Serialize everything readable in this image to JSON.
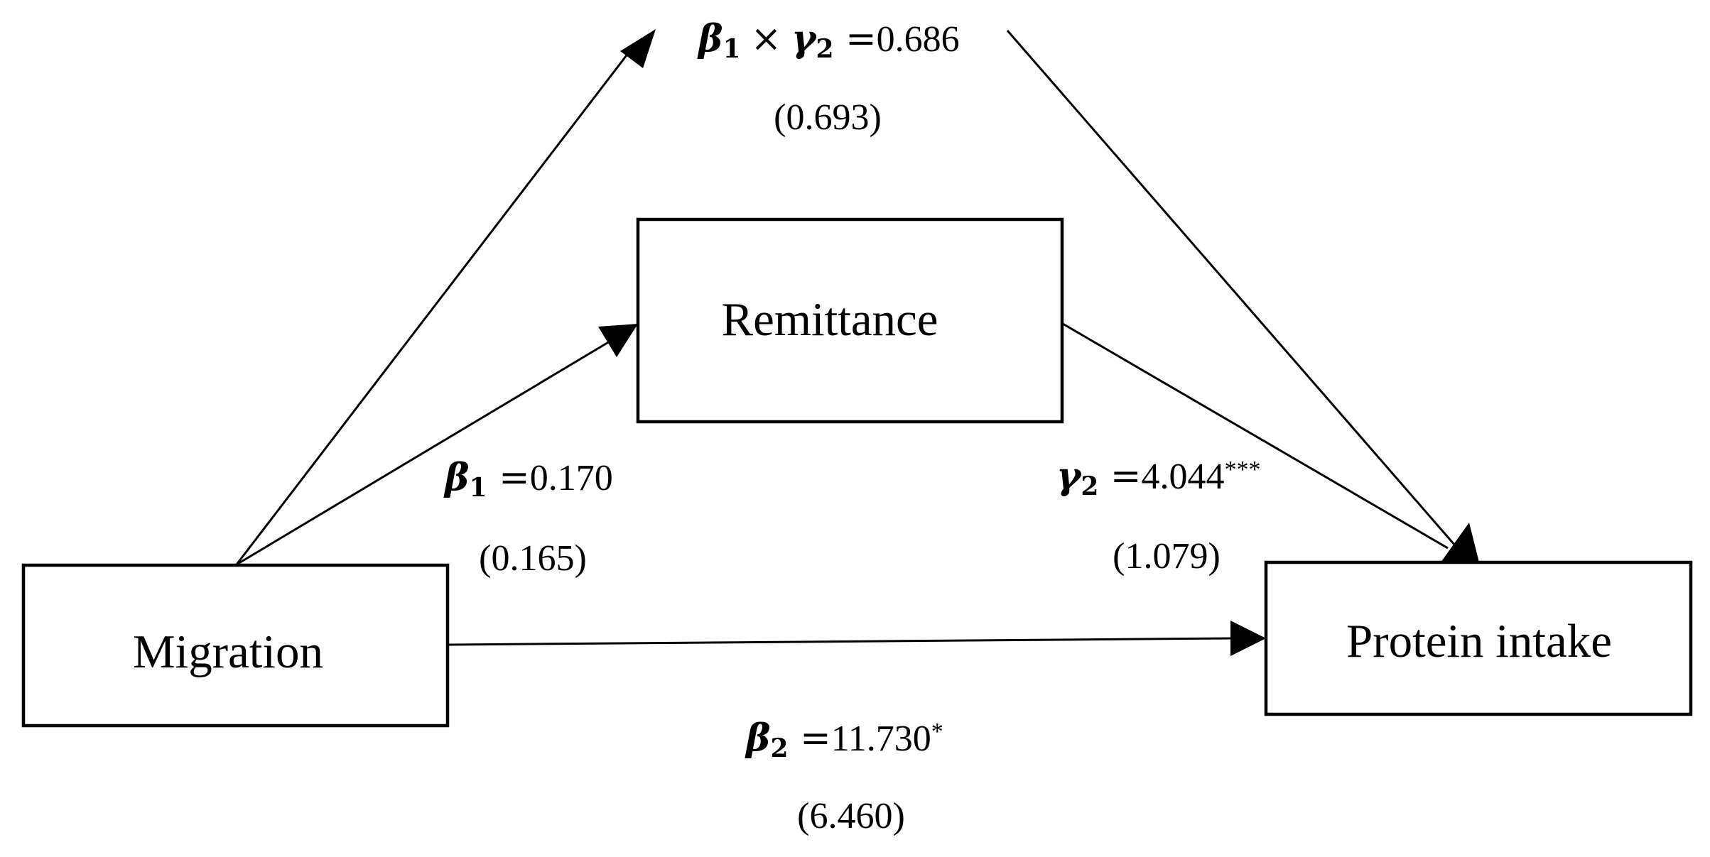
{
  "nodes": {
    "migration": "Migration",
    "remittance": "Remittance",
    "protein_intake": "Protein intake"
  },
  "paths": {
    "indirect": {
      "symbol_a": "β",
      "sub_a": "1",
      "operator": "×",
      "symbol_b": "γ",
      "sub_b": "2",
      "equals": " =",
      "value": "0.686",
      "stars": "",
      "se": "(0.693)"
    },
    "migration_to_remittance": {
      "symbol": "β",
      "sub": "1",
      "equals": " =",
      "value": "0.170",
      "stars": "",
      "se": "(0.165)"
    },
    "remittance_to_protein": {
      "symbol": "γ",
      "sub": "2",
      "equals": " =",
      "value": "4.044",
      "stars": "***",
      "se": "(1.079)"
    },
    "migration_to_protein": {
      "symbol": "β",
      "sub": "2",
      "equals": " =",
      "value": "11.730",
      "stars": "*",
      "se": "(6.460)"
    }
  },
  "colors": {
    "stroke": "#000000",
    "background": "#ffffff"
  }
}
